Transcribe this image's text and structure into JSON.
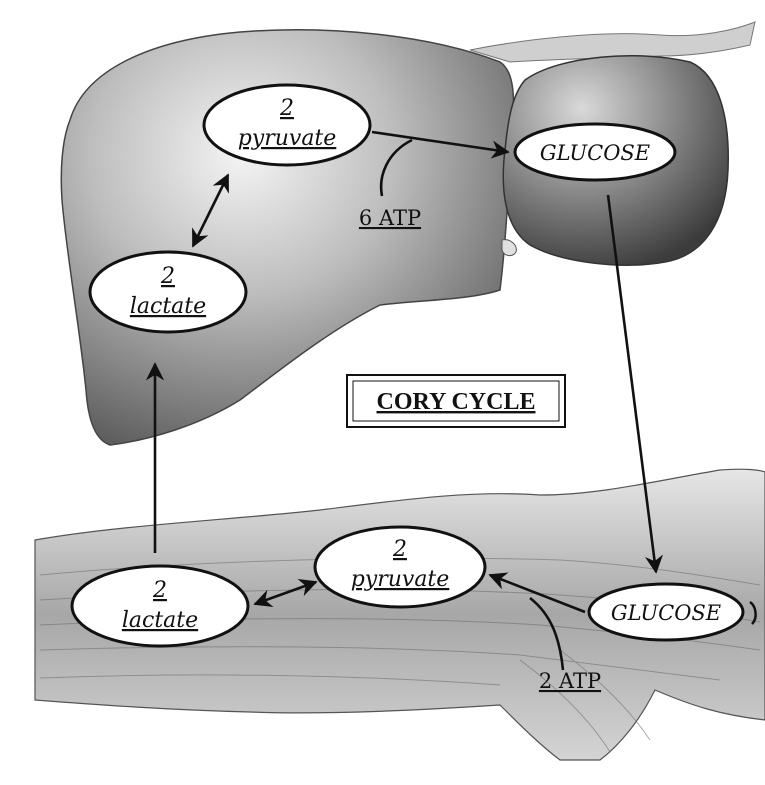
{
  "title": "CORY CYCLE",
  "liver": {
    "pyruvate_count": "2",
    "pyruvate_label": "pyruvate",
    "glucose_label": "GLUCOSE",
    "lactate_count": "2",
    "lactate_label": "lactate",
    "atp_label": "6 ATP"
  },
  "muscle": {
    "pyruvate_count": "2",
    "pyruvate_label": "pyruvate",
    "glucose_label": "GLUCOSE",
    "lactate_count": "2",
    "lactate_label": "lactate",
    "atp_label": "2 ATP"
  },
  "colors": {
    "ink": "#111111",
    "liver_shade": "#6f6f6f",
    "muscle_shade": "#8a8a8a",
    "background": "#ffffff"
  }
}
